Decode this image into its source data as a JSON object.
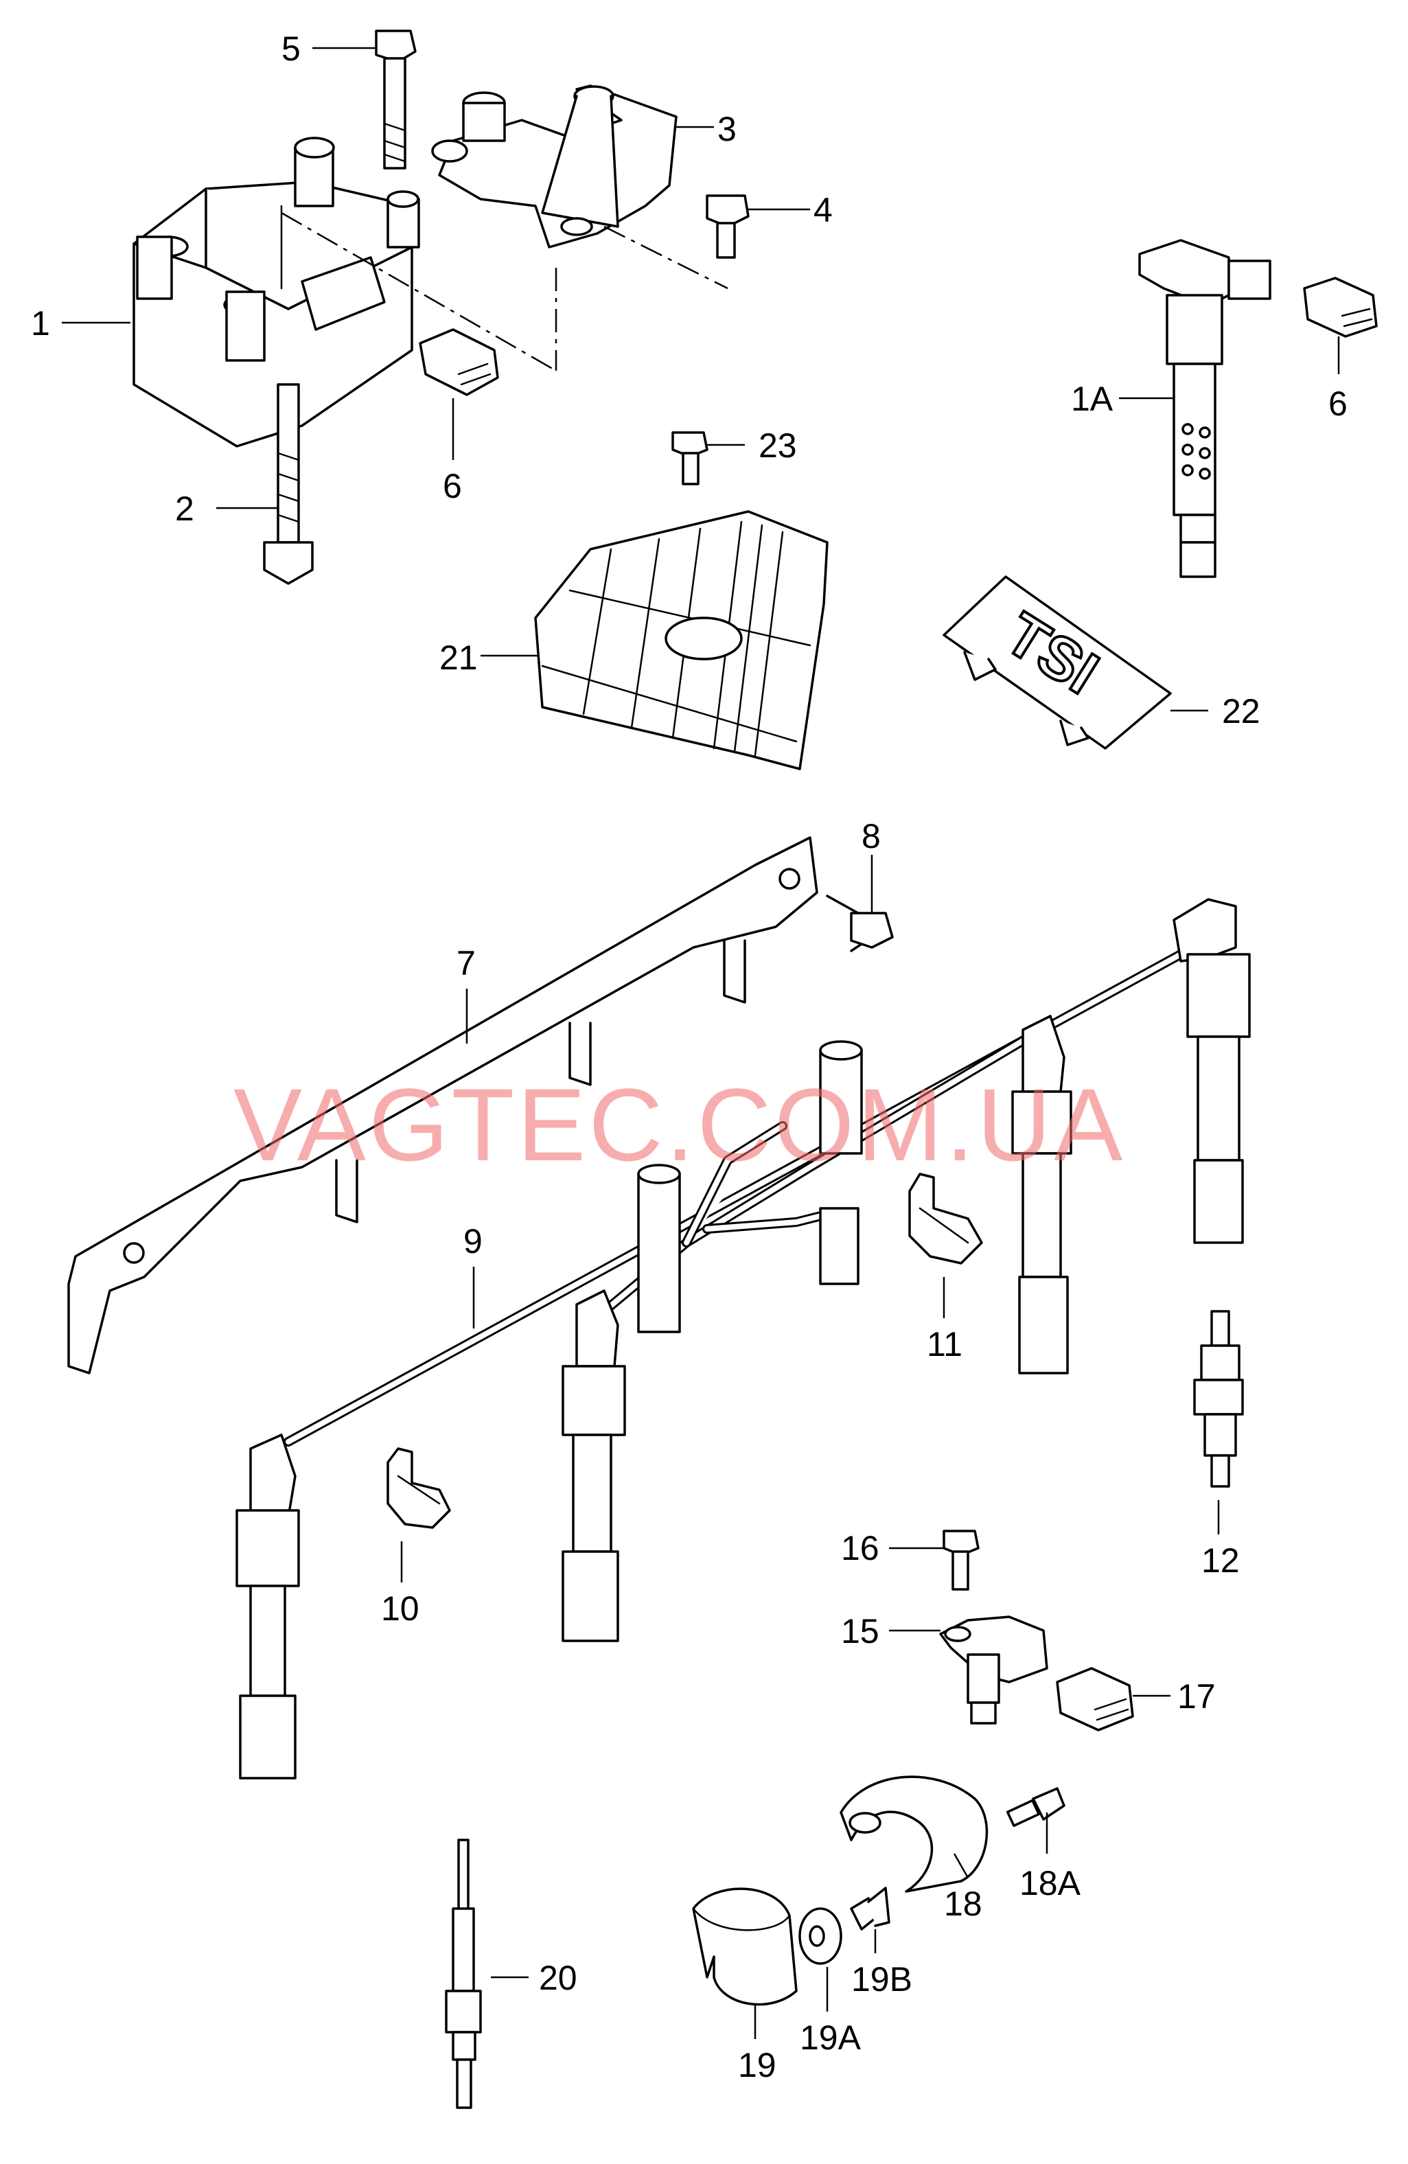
{
  "watermark": "VAGTEC.COM.UA",
  "badge_text": "TSI",
  "labels": {
    "l1": "1",
    "l1a": "1A",
    "l2": "2",
    "l3": "3",
    "l4": "4",
    "l5": "5",
    "l6a": "6",
    "l6b": "6",
    "l7": "7",
    "l8": "8",
    "l9": "9",
    "l10": "10",
    "l11": "11",
    "l12": "12",
    "l15": "15",
    "l16": "16",
    "l17": "17",
    "l18": "18",
    "l18a": "18A",
    "l19": "19",
    "l19a": "19A",
    "l19b": "19B",
    "l20": "20",
    "l21": "21",
    "l22": "22",
    "l23": "23"
  }
}
